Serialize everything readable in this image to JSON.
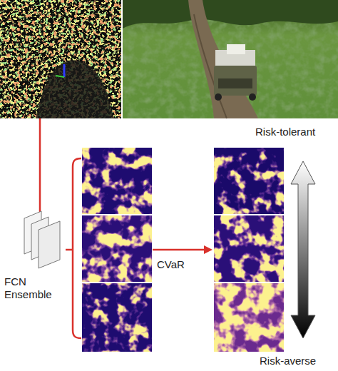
{
  "diagram": {
    "nodes": [
      {
        "text": [
          "FCN Ensemble"
        ]
      }
    ],
    "labels": [
      "CVaR",
      "Risk-tolerant",
      "Risk-averse"
    ]
  }
}
